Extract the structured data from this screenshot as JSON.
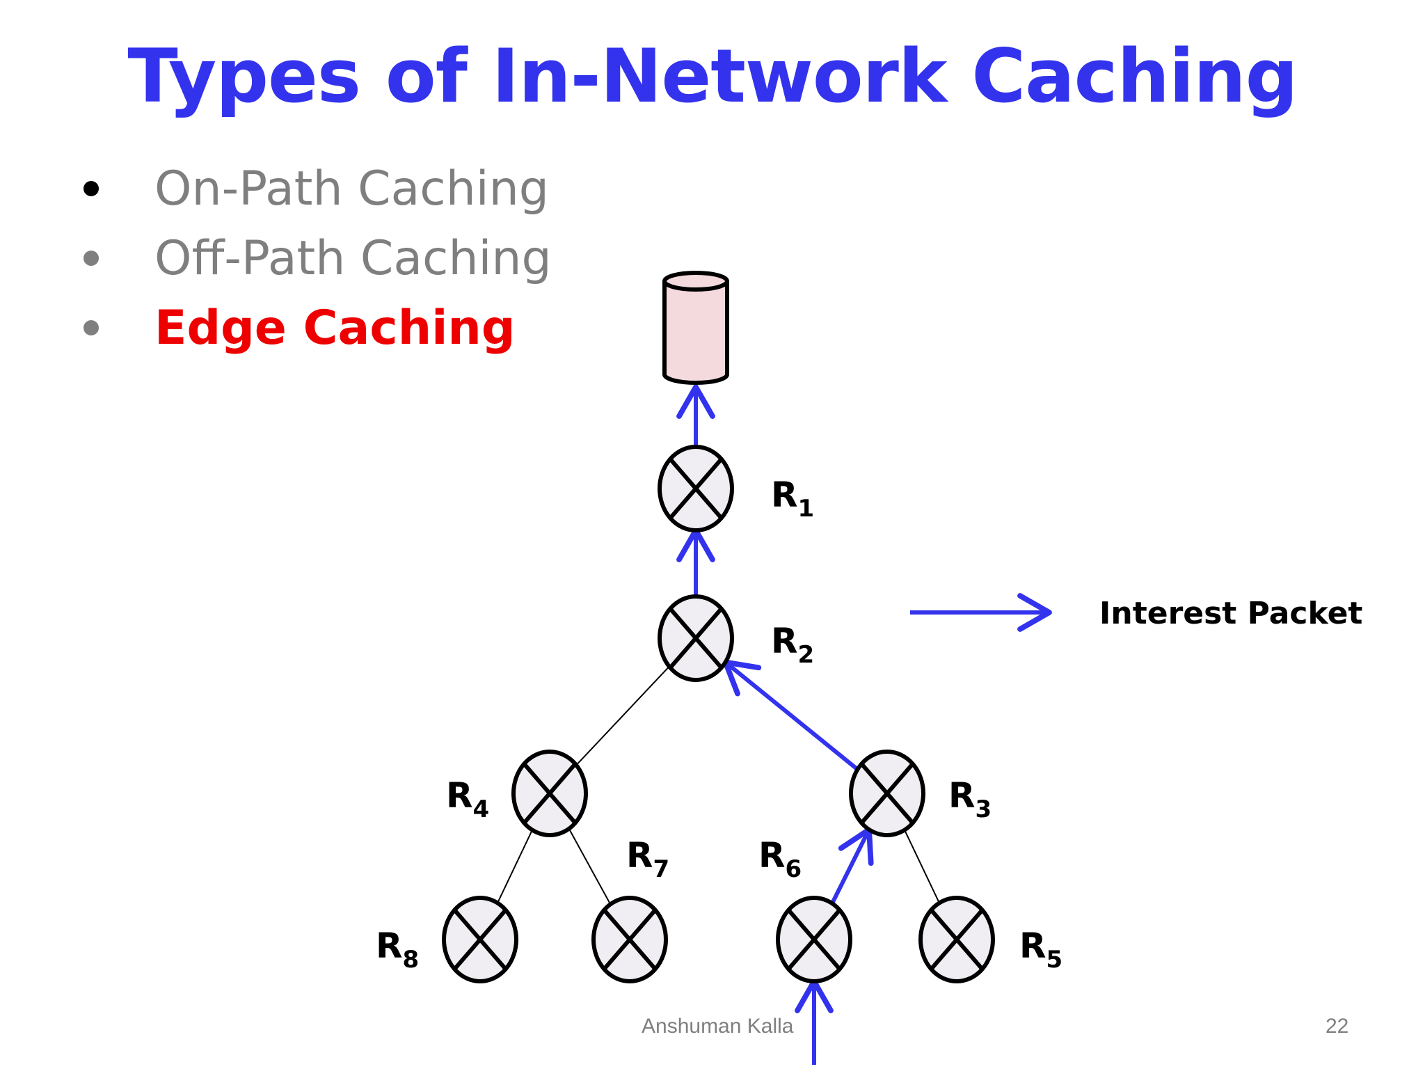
{
  "slide": {
    "title": "Types of In-Network Caching",
    "title_color": "#3333ee",
    "bullets": [
      {
        "text": "On-Path Caching",
        "color": "#7f7f7f",
        "dot_color": "#000000",
        "bold": false
      },
      {
        "text": "Off-Path Caching",
        "color": "#7f7f7f",
        "dot_color": "#7f7f7f",
        "bold": false
      },
      {
        "text": "Edge Caching",
        "color": "#ee0000",
        "dot_color": "#7f7f7f",
        "bold": true
      }
    ],
    "footer_author": "Anshuman Kalla",
    "footer_page": "22"
  },
  "diagram": {
    "arrow_color": "#3333ee",
    "node_fill": "#f0eef2",
    "server_fill": "#f4dadd",
    "server_icon": "database-cylinder-icon",
    "router_icon": "router-cross-circle-icon",
    "routers": [
      {
        "id": "R1",
        "base": "R",
        "sub": "1"
      },
      {
        "id": "R2",
        "base": "R",
        "sub": "2"
      },
      {
        "id": "R3",
        "base": "R",
        "sub": "3"
      },
      {
        "id": "R4",
        "base": "R",
        "sub": "4"
      },
      {
        "id": "R5",
        "base": "R",
        "sub": "5"
      },
      {
        "id": "R6",
        "base": "R",
        "sub": "6"
      },
      {
        "id": "R7",
        "base": "R",
        "sub": "7"
      },
      {
        "id": "R8",
        "base": "R",
        "sub": "8"
      }
    ],
    "links": [
      {
        "from": "R1",
        "to": "server",
        "type": "interest"
      },
      {
        "from": "R2",
        "to": "R1",
        "type": "interest"
      },
      {
        "from": "R3",
        "to": "R2",
        "type": "interest"
      },
      {
        "from": "R2",
        "to": "R4",
        "type": "plain"
      },
      {
        "from": "R4",
        "to": "R8",
        "type": "plain"
      },
      {
        "from": "R4",
        "to": "R7",
        "type": "plain"
      },
      {
        "from": "R3",
        "to": "R5",
        "type": "plain"
      },
      {
        "from": "R6",
        "to": "R3",
        "type": "interest"
      },
      {
        "from": "client",
        "to": "R6",
        "type": "interest"
      }
    ],
    "legend": {
      "label": "Interest Packet"
    }
  }
}
